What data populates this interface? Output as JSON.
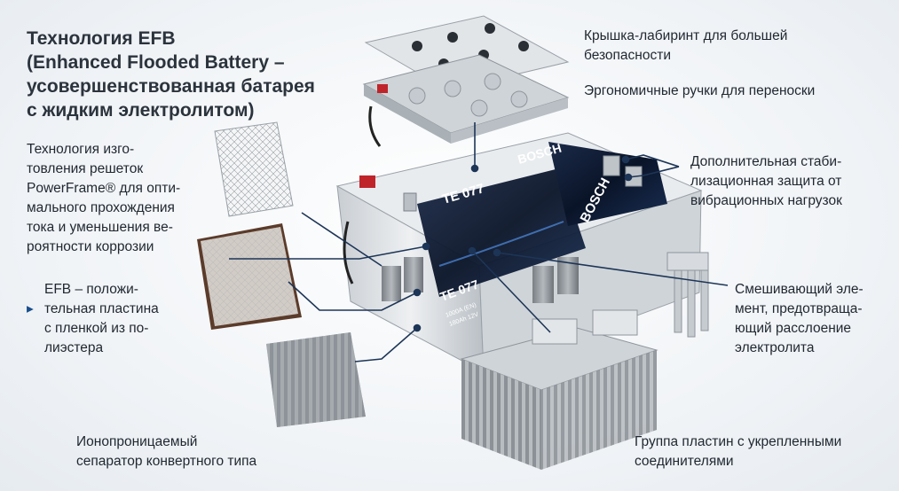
{
  "title": "Технология EFB\n(Enhanced Flooded Battery –\nусовершенствованная батарея\nс жидким электролитом)",
  "labels": {
    "lid": "Крышка-лабиринт  для большей\nбезопасности",
    "handles": "Эргономичные ручки для переноски",
    "stabilization": "Дополнительная стаби-\nлизационная защита от\nвибрационных нагрузок",
    "mixing": "Смешивающий эле-\nмент, предотвраща-\nющий расслоение\nэлектролита",
    "plates_group": "Группа пластин с укрепленными\nсоединителями",
    "separator": "Ионопроницаемый\nсепаратор  конвертного типа",
    "powerframe": "Технология изго-\nтовления решеток\nPowerFrame® для опти-\nмального прохождения\nтока и уменьшения ве-\nроятности коррозии",
    "efb_plate_bullet": "▸",
    "efb_plate": "EFB – положи-\nтельная пластина\nс пленкой из по-\nлиэстера"
  },
  "battery": {
    "brand": "BOSCH",
    "model": "TE 077",
    "spec1": "1000A (EN)",
    "spec2": "180Ah 12V"
  },
  "colors": {
    "leader_line": "#1d3557",
    "bullet": "#1a4d8c",
    "battery_label": "#0d1a33",
    "casing": "#d9dde1"
  }
}
